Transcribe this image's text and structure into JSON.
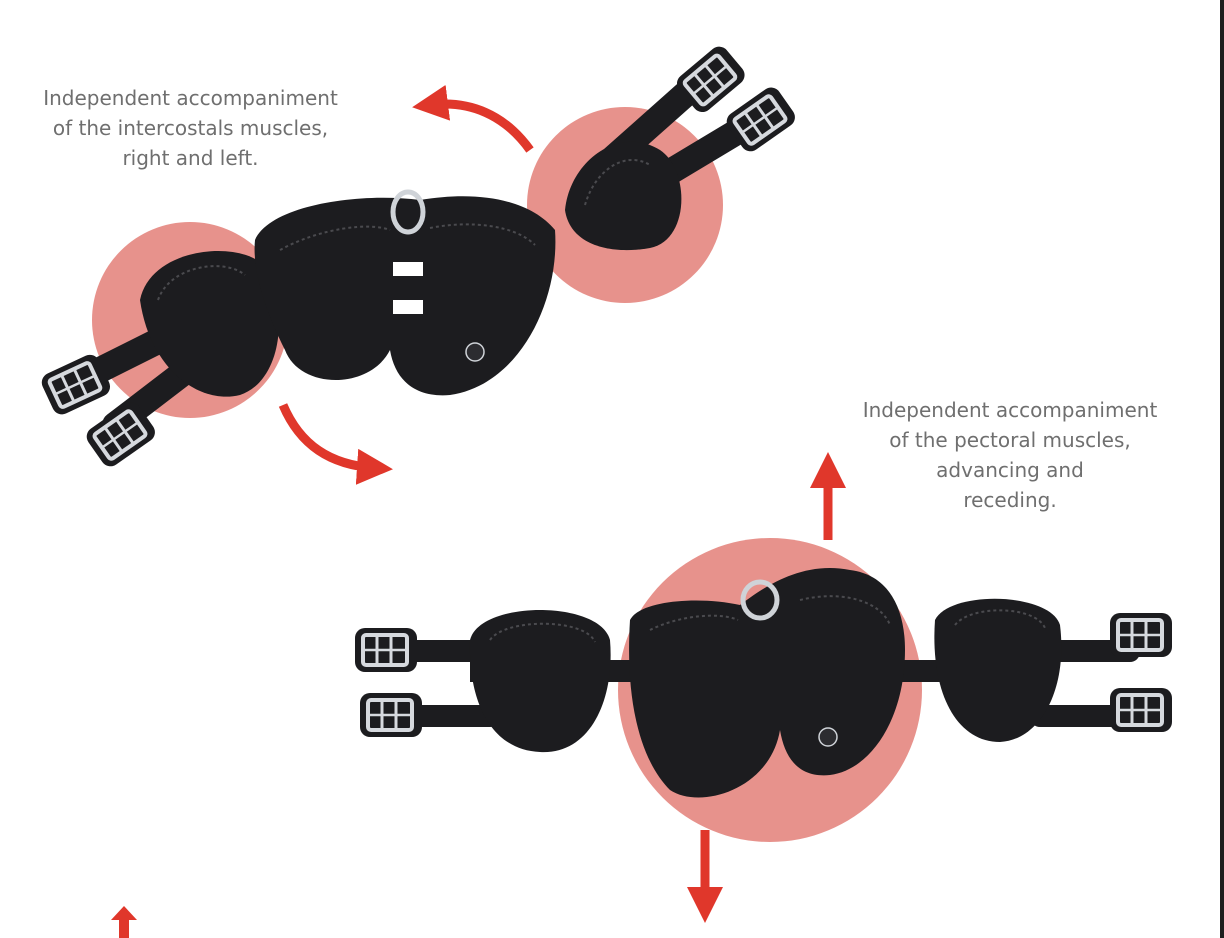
{
  "captions": {
    "intercostals": [
      "Independent accompaniment",
      "of the intercostals muscles,",
      "right and left."
    ],
    "pectorals": [
      "Independent accompaniment",
      "of the pectoral muscles,",
      "advancing and",
      "receding."
    ]
  },
  "colors": {
    "highlight": "#e37f78",
    "arrow": "#e0372b",
    "leather": "#1c1c1f",
    "stitch": "#4a4a4e",
    "metal": "#cfd3d8",
    "caption_text": "#6f6f6f"
  },
  "icons": {
    "scroll_top": "up-arrow-icon",
    "motion_arrows": "curved-arrow-icon"
  }
}
